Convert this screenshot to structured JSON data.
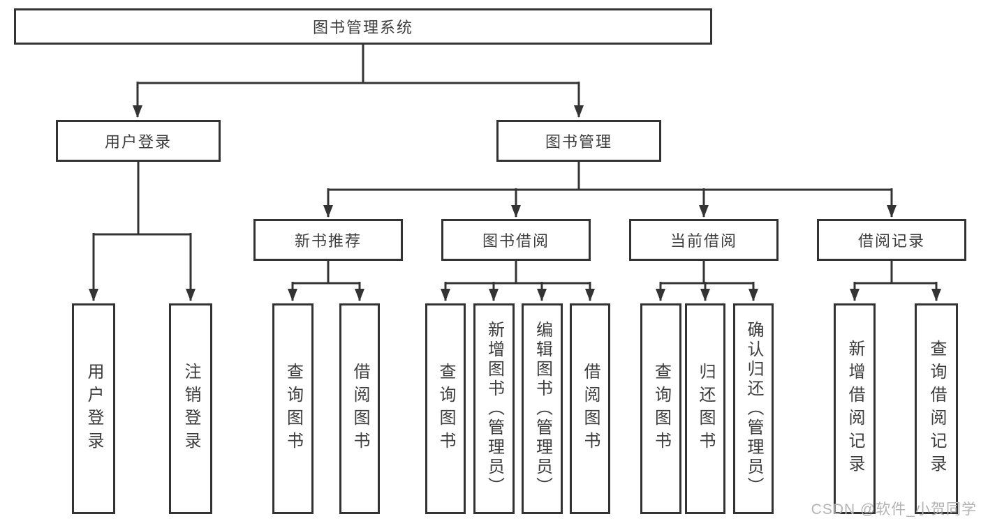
{
  "nodes": {
    "root": {
      "label": "图书管理系统",
      "parent": null
    },
    "user_login": {
      "label": "用户登录",
      "parent": "root"
    },
    "book_management": {
      "label": "图书管理",
      "parent": "root"
    },
    "user_login_op": {
      "label": "用户登录",
      "parent": "user_login"
    },
    "logout_op": {
      "label": "注销登录",
      "parent": "user_login"
    },
    "new_book_rec": {
      "label": "新书推荐",
      "parent": "book_management"
    },
    "book_borrowing": {
      "label": "图书借阅",
      "parent": "book_management"
    },
    "current_borrowing": {
      "label": "当前借阅",
      "parent": "book_management"
    },
    "borrowing_records": {
      "label": "借阅记录",
      "parent": "book_management"
    },
    "nbr_query_books": {
      "label": "查询图书",
      "parent": "new_book_rec"
    },
    "nbr_borrow_books": {
      "label": "借阅图书",
      "parent": "new_book_rec"
    },
    "bb_query_books": {
      "label": "查询图书",
      "parent": "book_borrowing"
    },
    "bb_add_books": {
      "label": "新增图书（管理员）",
      "parent": "book_borrowing"
    },
    "bb_edit_books": {
      "label": "编辑图书（管理员）",
      "parent": "book_borrowing"
    },
    "bb_borrow_books": {
      "label": "借阅图书",
      "parent": "book_borrowing"
    },
    "cb_query_books": {
      "label": "查询图书",
      "parent": "current_borrowing"
    },
    "cb_return_books": {
      "label": "归还图书",
      "parent": "current_borrowing"
    },
    "cb_confirm_return": {
      "label": "确认归还（管理员）",
      "parent": "current_borrowing"
    },
    "br_add_record": {
      "label": "新增借阅记录",
      "parent": "borrowing_records"
    },
    "br_query_record": {
      "label": "查询借阅记录",
      "parent": "borrowing_records"
    }
  },
  "watermark": "CSDN @软件_小贺同学",
  "colors": {
    "line": "#333333",
    "box_border": "#333333",
    "text": "#3d3d3d",
    "watermark": "#b3b3b3",
    "background": "#ffffff"
  }
}
